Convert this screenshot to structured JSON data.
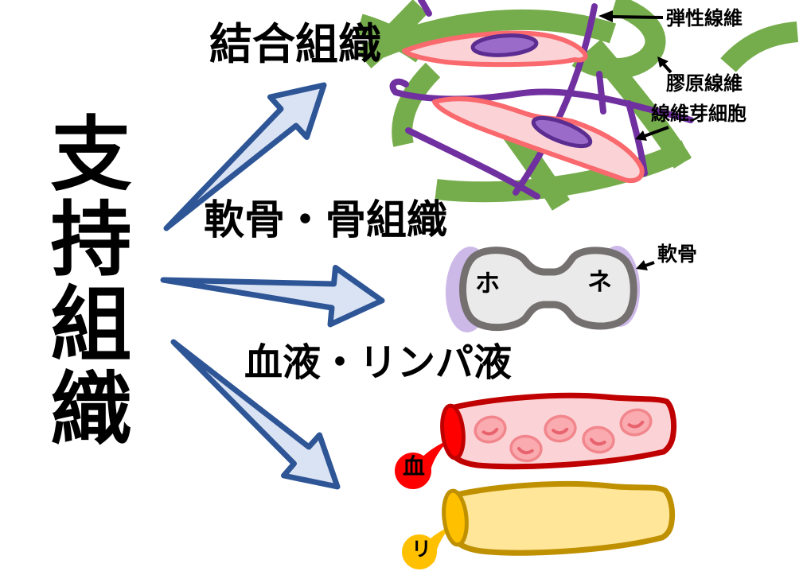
{
  "title": "支持組織",
  "branches": [
    {
      "label": "結合組織",
      "annotations": [
        {
          "label": "弾性線維"
        },
        {
          "label": "膠原線維"
        },
        {
          "label": "線維芽細胞"
        }
      ]
    },
    {
      "label": "軟骨・骨組織",
      "annotations": [
        {
          "label": "軟骨"
        }
      ],
      "bone_text_left": "ホ",
      "bone_text_right": "ネ"
    },
    {
      "label": "血液・リンパ液",
      "blood_drop_label": "血",
      "lymph_drop_label": "リ"
    }
  ],
  "colors": {
    "arrow_fill": "#DAE3F3",
    "arrow_stroke": "#2E5596",
    "collagen_green": "#76AD4C",
    "elastic_purple": "#7030A0",
    "cell_fill": "#FBD3D6",
    "cell_stroke": "#F9696E",
    "nucleus_fill": "#9A6BC8",
    "nucleus_stroke": "#5C2D91",
    "cartilage_lavender": "#CDB9E8",
    "bone_fill": "#EBEAEA",
    "bone_stroke": "#757070",
    "blood_outline": "#C00000",
    "blood_fill": "#FBD3D6",
    "blood_bright": "#FF0000",
    "blood_cell_fill": "#F9ABAF",
    "lymph_outline": "#BF9000",
    "lymph_fill": "#FFE699",
    "lymph_bright": "#FFC000",
    "text": "#000000"
  }
}
